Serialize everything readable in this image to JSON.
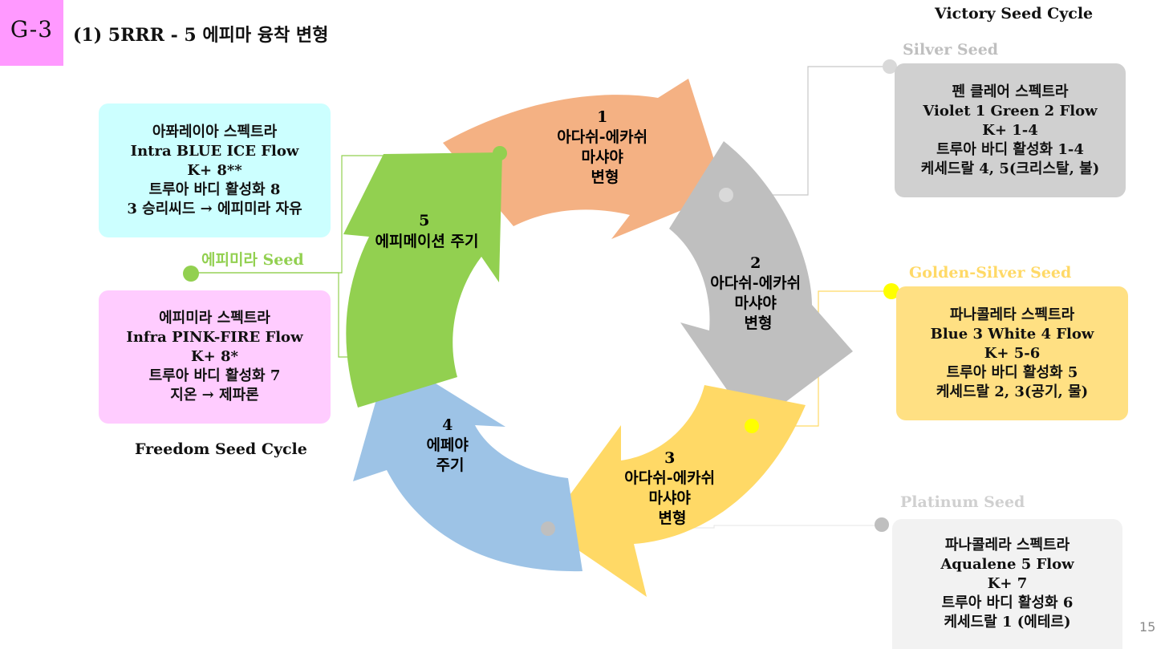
{
  "header": {
    "badge": "G-3",
    "title": "(1)  5RRR - 5 에피마 융착 변형"
  },
  "cycles": {
    "victory": "Victory Seed Cycle",
    "freedom": "Freedom Seed Cycle"
  },
  "segments": [
    {
      "num": "1",
      "lines": [
        "아다쉬-에카쉬",
        "마샤야",
        "변형"
      ],
      "color": "#f4b183"
    },
    {
      "num": "2",
      "lines": [
        "아다쉬-에카쉬",
        "마샤야",
        "변형"
      ],
      "color": "#bfbfbf"
    },
    {
      "num": "3",
      "lines": [
        "아다쉬-에카쉬",
        "마샤야",
        "변형"
      ],
      "color": "#ffd966"
    },
    {
      "num": "4",
      "lines": [
        "에페야",
        "주기"
      ],
      "color": "#9dc3e6"
    },
    {
      "num": "5",
      "lines": [
        "에피메이션 주기"
      ],
      "color": "#92d050"
    }
  ],
  "seeds": {
    "silver": {
      "label": "Silver Seed",
      "color": "#bfbfbf",
      "dot": "#d9d9d9"
    },
    "golden_silver": {
      "label": "Golden-Silver Seed",
      "color": "#ffd966",
      "dot": "#ffff00"
    },
    "platinum": {
      "label": "Platinum Seed",
      "color": "#d0d0d0",
      "dot": "#bfbfbf"
    },
    "epimira": {
      "label": "에피미라 Seed",
      "color": "#92d050",
      "dot": "#92d050"
    }
  },
  "boxes": {
    "silver": {
      "color": "#d0d0d0",
      "lines": [
        "펜 클레어 스펙트라",
        "Violet 1 Green 2 Flow",
        "K+ 1-4",
        "트루아 바디 활성화 1-4",
        "케세드랄 4, 5(크리스탈, 불)"
      ]
    },
    "golden": {
      "color": "#ffe083",
      "lines": [
        "파나콜레타 스펙트라",
        "Blue 3 White 4 Flow",
        "K+ 5-6",
        "트루아 바디 활성화 5",
        "케세드랄 2, 3(공기, 물)"
      ]
    },
    "platinum": {
      "color": "#f2f2f2",
      "lines": [
        "파나콜레라 스펙트라",
        "Aqualene 5 Flow",
        "K+ 7",
        "트루아 바디 활성화 6",
        "케세드랄 1 (에테르)"
      ]
    },
    "apharea": {
      "color": "#ccffff",
      "lines": [
        "아퐈레이아 스펙트라",
        "Intra BLUE ICE Flow",
        "K+ 8**",
        "트루아 바디 활성화 8",
        "3 승리씨드 → 에피미라 자유"
      ]
    },
    "epimira": {
      "color": "#ffccff",
      "lines": [
        "에피미라 스펙트라",
        "Infra PINK-FIRE Flow",
        "K+ 8*",
        "트루아 바디 활성화 7",
        "지온 → 제파론"
      ]
    }
  },
  "page_number": "15"
}
